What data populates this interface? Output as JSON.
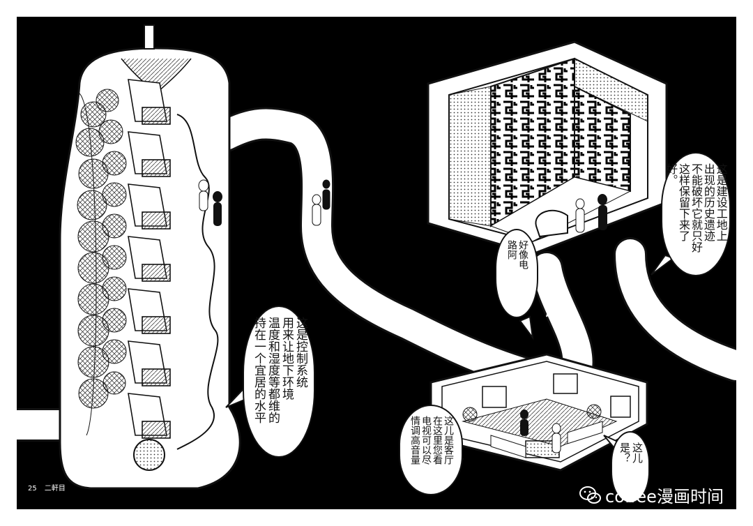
{
  "bubbles": {
    "control_system": {
      "columns": [
        "这是控制系统",
        "用来让地下环境",
        "温度和湿度等都维的",
        "持在一个宜居的水平"
      ]
    },
    "circuit": {
      "columns": [
        "好像电",
        "路阿"
      ]
    },
    "ruins": {
      "columns": [
        "这是建设工地上",
        "出现的历史遗迹",
        "不能破坏它就只好",
        "这样保留下来了",
        "好。"
      ]
    },
    "living_room": {
      "columns": [
        "这儿是客厅",
        "在这里您看",
        "电视可以尽",
        "情调高音量"
      ]
    },
    "question": {
      "columns": [
        "这儿",
        "是？"
      ]
    }
  },
  "folio": {
    "page_number": "25",
    "chapter": "二軒目"
  },
  "watermark": {
    "text": "coffee漫画时间",
    "icon": "wechat-icon"
  },
  "colors": {
    "background": "#000000",
    "ink": "#111111",
    "paper": "#ffffff"
  }
}
